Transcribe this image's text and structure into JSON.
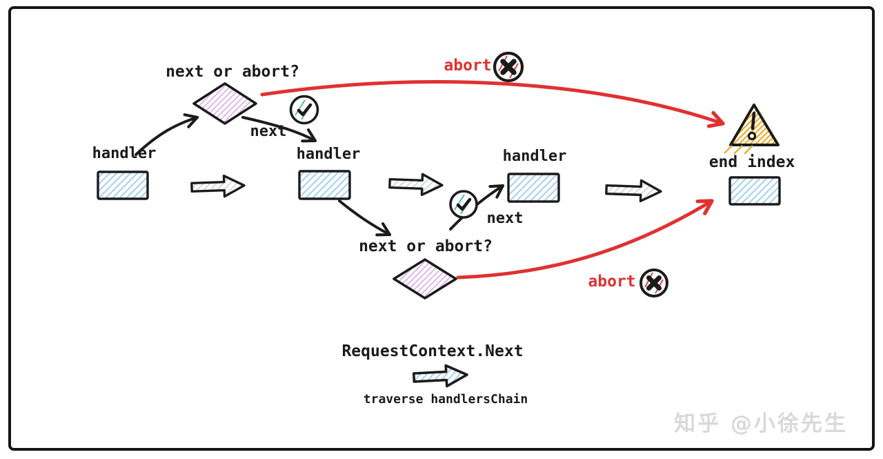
{
  "colors": {
    "stroke": "#1b1b1b",
    "abort_red": "#e03131",
    "handler_hatch_blue": "#a8d3ef",
    "decision_hatch_violet": "#dfb5ea",
    "warning_hatch_yellow": "#edaf2e",
    "check_hatch_green": "#53b9a5",
    "chain_arrow_hatch_gray": "#cfd4da",
    "watermark_gray": "#d9d9d9"
  },
  "icons": {
    "check-icon": "circled-checkmark",
    "abort-cross-icon": "circled-x",
    "warning-triangle-icon": "exclamation-warning-triangle",
    "chain-arrow-icon": "right-block-arrow",
    "legend-arrow-icon": "right-block-arrow"
  },
  "diagram": {
    "decision_top": {
      "label": "next or abort?"
    },
    "decision_bottom": {
      "label": "next or abort?"
    },
    "handler_1": {
      "label": "handler"
    },
    "handler_2": {
      "label": "handler"
    },
    "handler_3": {
      "label": "handler"
    },
    "end_index": {
      "label": "end index"
    },
    "edge_next_top": {
      "label": "next"
    },
    "edge_next_bottom": {
      "label": "next"
    },
    "edge_abort_top": {
      "label": "abort"
    },
    "edge_abort_bottom": {
      "label": "abort"
    }
  },
  "legend": {
    "title": "RequestContext.Next",
    "caption": "traverse handlersChain"
  },
  "watermark": {
    "text": "知乎 @小徐先生"
  }
}
